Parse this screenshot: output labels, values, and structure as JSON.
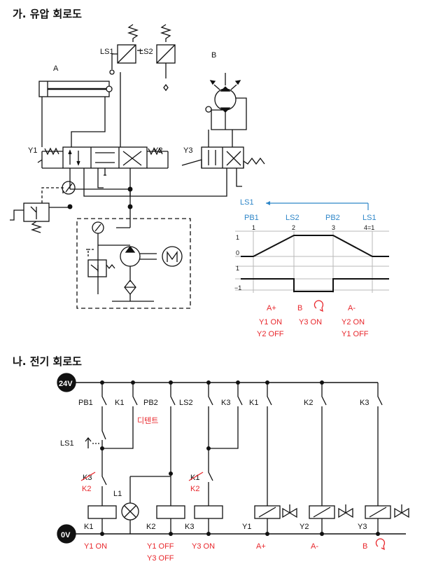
{
  "sections": {
    "hydraulic_title": "가. 유압 회로도",
    "electric_title": "나. 전기 회로도"
  },
  "hydraulic": {
    "cylinder_label": "A",
    "ls1": "LS1",
    "ls2": "LS2",
    "motor_label": "B",
    "y1": "Y1",
    "y2": "Y2",
    "y3": "Y3"
  },
  "timing": {
    "ls1_top": "LS1",
    "steps_top": [
      "PB1",
      "LS2",
      "PB2",
      "LS1"
    ],
    "step_numbers": [
      "1",
      "2",
      "3",
      "4=1"
    ],
    "row_labels": [
      "1",
      "0",
      "1",
      "−1"
    ],
    "notes": [
      {
        "lines": [
          "A+",
          "Y1 ON",
          "Y2 OFF"
        ]
      },
      {
        "lines": [
          "B",
          "Y3 ON"
        ]
      },
      {
        "lines": [
          "A-",
          "Y2 ON",
          "Y1 OFF"
        ]
      }
    ]
  },
  "electric": {
    "supply_top": "24V",
    "supply_bottom": "0V",
    "contacts": {
      "pb1": "PB1",
      "k1a": "K1",
      "pb2": "PB2",
      "ls2": "LS2",
      "k3a": "K3",
      "k1b": "K1",
      "k2": "K2",
      "k3b": "K3",
      "ls1": "LS1"
    },
    "detent": "디텐트",
    "k3_struck": "K3",
    "k2_repl1": "K2",
    "k1_struck": "K1",
    "k2_repl2": "K2",
    "lamp": "L1",
    "coil_labels": [
      "K1",
      "K2",
      "K3",
      "Y1",
      "Y2",
      "Y3"
    ],
    "bottom_notes": {
      "k1": "Y1 ON",
      "k2_line1": "Y1 OFF",
      "k2_line2": "Y3 OFF",
      "k3": "Y3 ON",
      "y1": "A+",
      "y2": "A-",
      "y3": "B"
    }
  },
  "colors": {
    "ink": "#111111",
    "red": "#e8262b",
    "blue": "#2e86c8",
    "grid": "#b8b8b8"
  }
}
